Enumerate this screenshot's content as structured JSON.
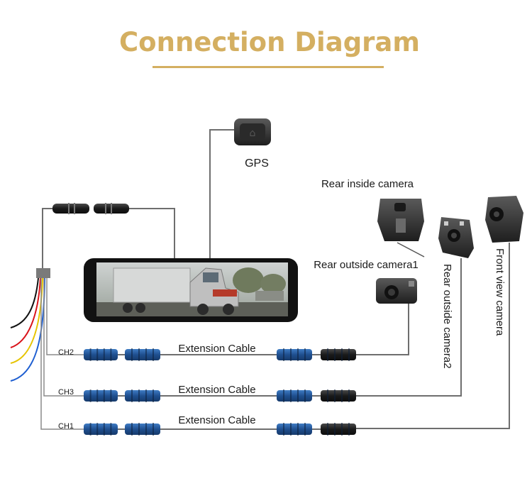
{
  "title": "Connection Diagram",
  "labels": {
    "gps": "GPS",
    "rear_inside": "Rear inside camera",
    "rear_outside1": "Rear outside camera1",
    "rear_outside2": "Rear outside camera2",
    "front_view": "Front view camera"
  },
  "channels": [
    {
      "id": "ch2",
      "label": "CH2",
      "cable": "Extension Cable"
    },
    {
      "id": "ch3",
      "label": "CH3",
      "cable": "Extension Cable"
    },
    {
      "id": "ch1",
      "label": "CH1",
      "cable": "Extension Cable"
    }
  ],
  "power_wire_colors": [
    "#111111",
    "#d9131a",
    "#e6c400",
    "#1f5fd1"
  ],
  "colors": {
    "title": "#d4af61",
    "connector_blue": "#2b62a8",
    "connector_black": "#1c1c1c",
    "wire": "#6e6e6e"
  }
}
